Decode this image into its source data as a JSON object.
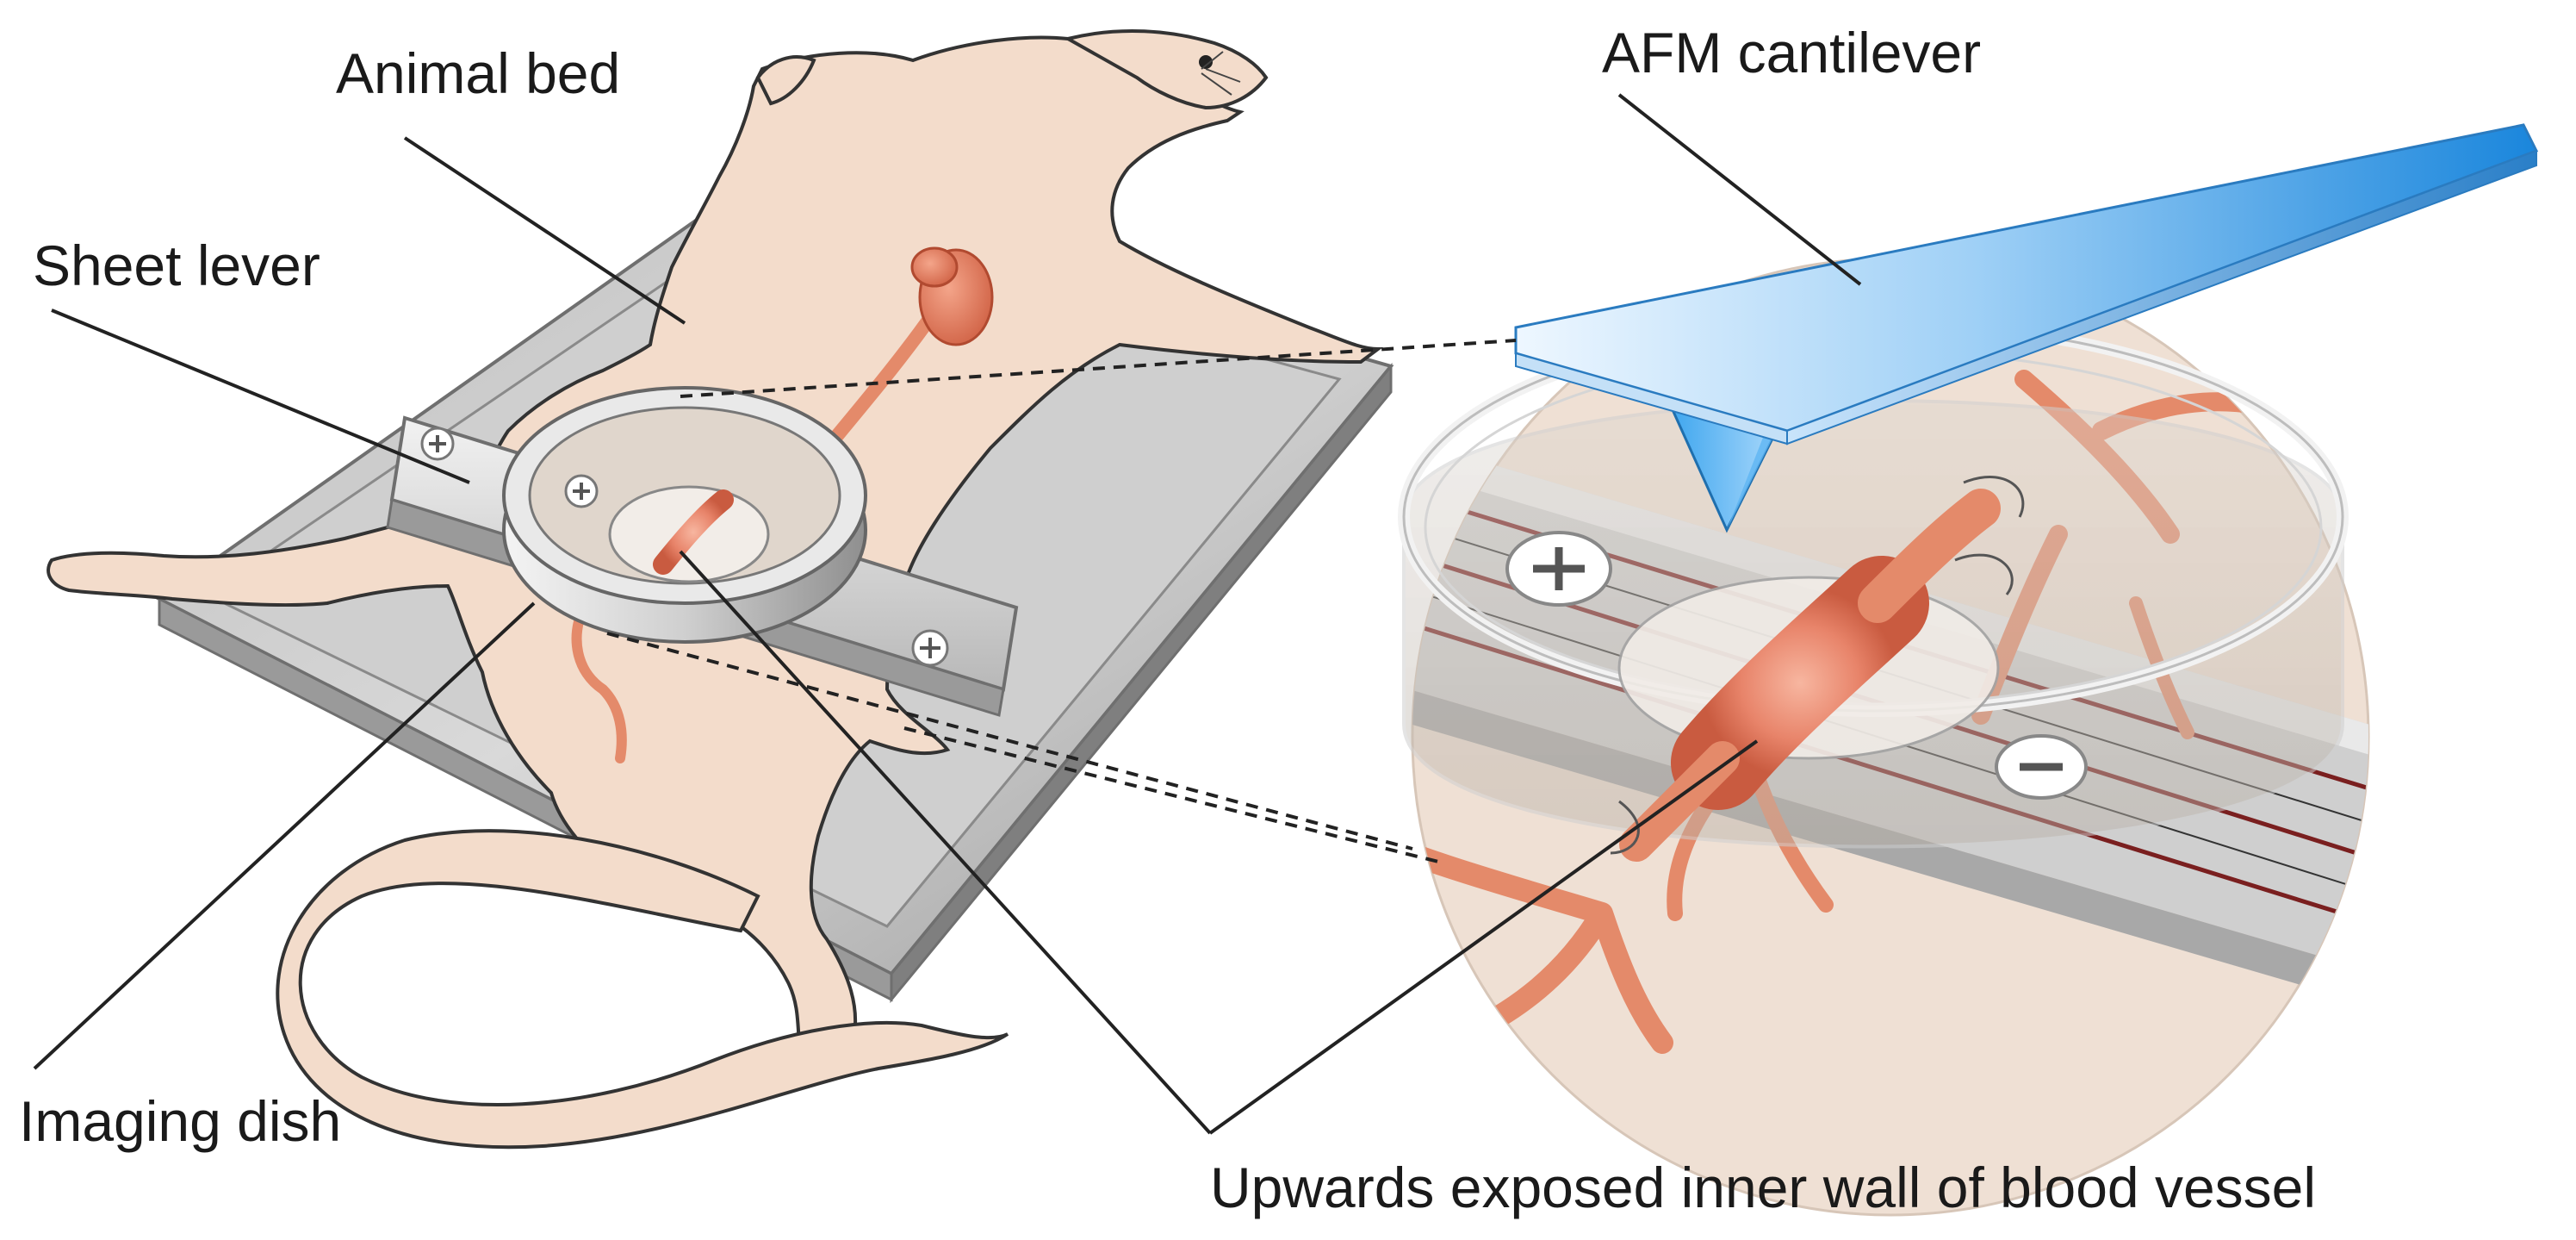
{
  "labels": {
    "animal_bed": "Animal bed",
    "afm_cantilever": "AFM cantilever",
    "sheet_lever": "Sheet lever",
    "imaging_dish": "Imaging dish",
    "inner_wall": "Upwards exposed inner wall of blood vessel"
  },
  "colors": {
    "skin": "#f3dccb",
    "skin_outline": "#3a3a3a",
    "vessel": "#e48a6a",
    "vessel_dark": "#c7583d",
    "metal_light": "#e8e8e8",
    "metal_mid": "#c4c4c4",
    "metal_dark": "#8e8e8e",
    "cantilever_light": "#dcefff",
    "cantilever_dark": "#1e8fe0",
    "wire": "#7a1f1f"
  }
}
